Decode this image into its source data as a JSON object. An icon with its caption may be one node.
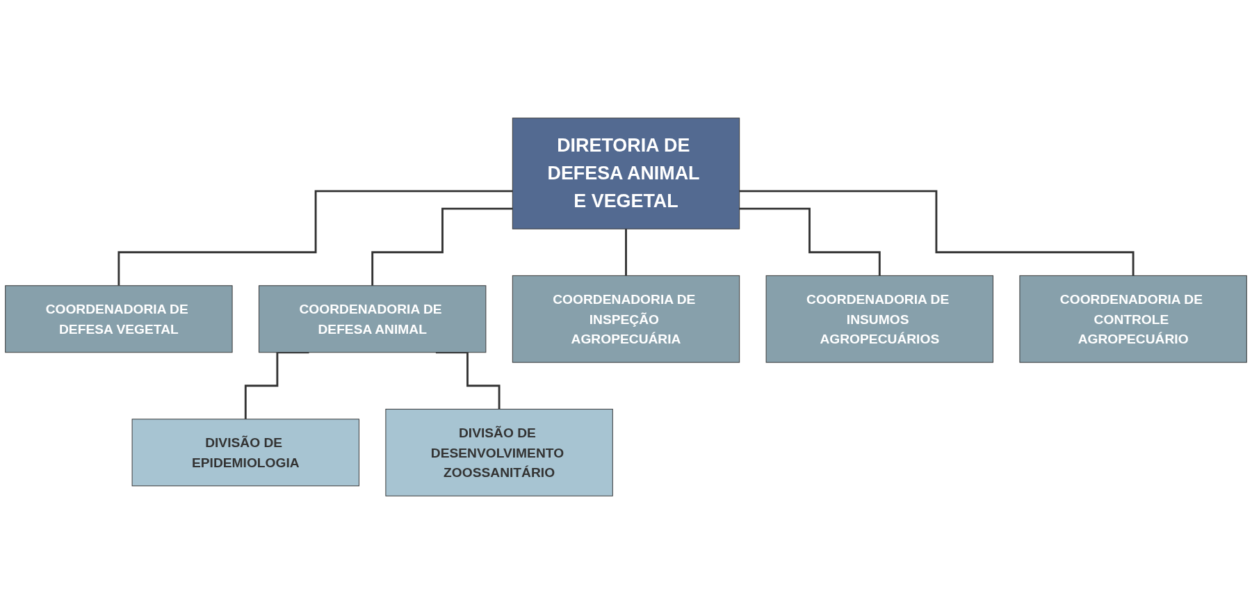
{
  "diagram": {
    "nodes": [
      {
        "text": [
          "DIRETORIA DE DEFESA ANIMAL E VEGETAL"
        ]
      },
      {
        "text": [
          "COORDENADORIA DE DEFESA VEGETAL"
        ]
      },
      {
        "text": [
          "COORDENADORIA DE DEFESA ANIMAL"
        ]
      },
      {
        "text": [
          "COORDENADORIA DE INSPEÇÃO AGROPECUÁRIA"
        ]
      },
      {
        "text": [
          "COORDENADORIA DE INSUMOS AGROPECUÁRIOS"
        ]
      },
      {
        "text": [
          "COORDENADORIA DE CONTROLE AGROPECUÁRIO"
        ]
      },
      {
        "text": [
          "DIVISÃO DE EPIDEMIOLOGIA"
        ]
      },
      {
        "text": [
          "DIVISÃO DE DESENVOLVIMENTO ZOOSSANITÁRIO"
        ]
      }
    ],
    "edges": [
      {
        "from": 0,
        "to": 1,
        "arrow": "none"
      },
      {
        "from": 0,
        "to": 2,
        "arrow": "none"
      },
      {
        "from": 0,
        "to": 3,
        "arrow": "none"
      },
      {
        "from": 0,
        "to": 4,
        "arrow": "none"
      },
      {
        "from": 0,
        "to": 5,
        "arrow": "none"
      },
      {
        "from": 2,
        "to": 6,
        "arrow": "none"
      },
      {
        "from": 2,
        "to": 7,
        "arrow": "none"
      }
    ]
  }
}
